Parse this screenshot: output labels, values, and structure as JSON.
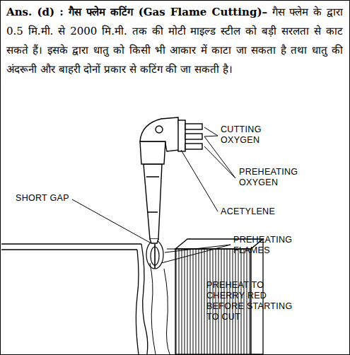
{
  "diagram": {
    "labels": [
      "Ans. (d) : गैस फ्लेम कटिंग (Gas Flame Cutting)–",
      "गैस फ्लेम के द्वारा 0.5 मि.मी. से 2000 मि.मी. तक की मोटी माइल्ड स्टील को बड़ी सरलता से काट सकते हैं। इसके द्वारा धातु को किसी भी आकार में काटा जा सकता है तथा धातु की अंदरूनी और बाहरी दोनों प्रकार से कटिंग की जा सकती है।",
      "CUTTING OXYGEN",
      "PREHEATING OXYGEN",
      "ACETYLENE",
      "SHORT GAP",
      "PREHEATING FLAMES",
      "PREHEAT TO CHERRY RED BEFORE STARTING TO CUT"
    ]
  }
}
